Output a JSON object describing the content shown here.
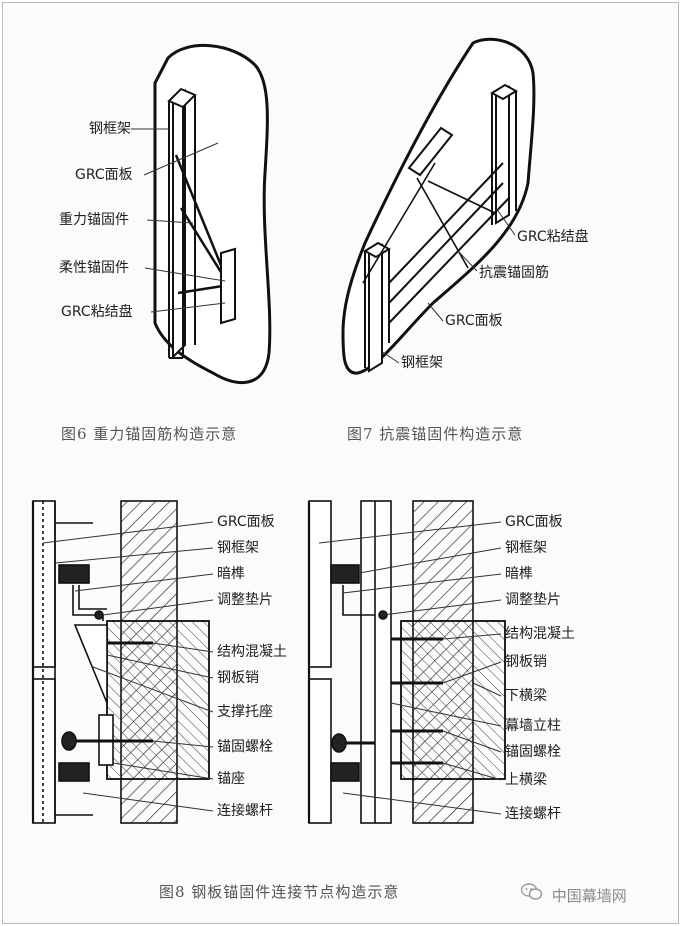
{
  "fig6": {
    "caption": "图6   重力锚固筋构造示意",
    "labels": [
      "钢框架",
      "GRC面板",
      "重力锚固件",
      "柔性锚固件",
      "GRC粘结盘"
    ]
  },
  "fig7": {
    "caption": "图7   抗震锚固件构造示意",
    "labels": [
      "GRC粘结盘",
      "抗震锚固筋",
      "GRC面板",
      "钢框架"
    ]
  },
  "fig8": {
    "caption": "图8   钢板锚固件连接节点构造示意",
    "left_labels": [
      "GRC面板",
      "钢框架",
      "暗榫",
      "调整垫片",
      "结构混凝土",
      "钢板销",
      "支撑托座",
      "锚固螺栓",
      "锚座",
      "连接螺杆"
    ],
    "right_labels": [
      "GRC面板",
      "钢框架",
      "暗榫",
      "调整垫片",
      "结构混凝土",
      "钢板销",
      "下横梁",
      "幕墙立柱",
      "锚固螺栓",
      "上横梁",
      "连接螺杆"
    ]
  },
  "watermark": {
    "icon": "wechat-icon",
    "text": "中国幕墙网"
  }
}
